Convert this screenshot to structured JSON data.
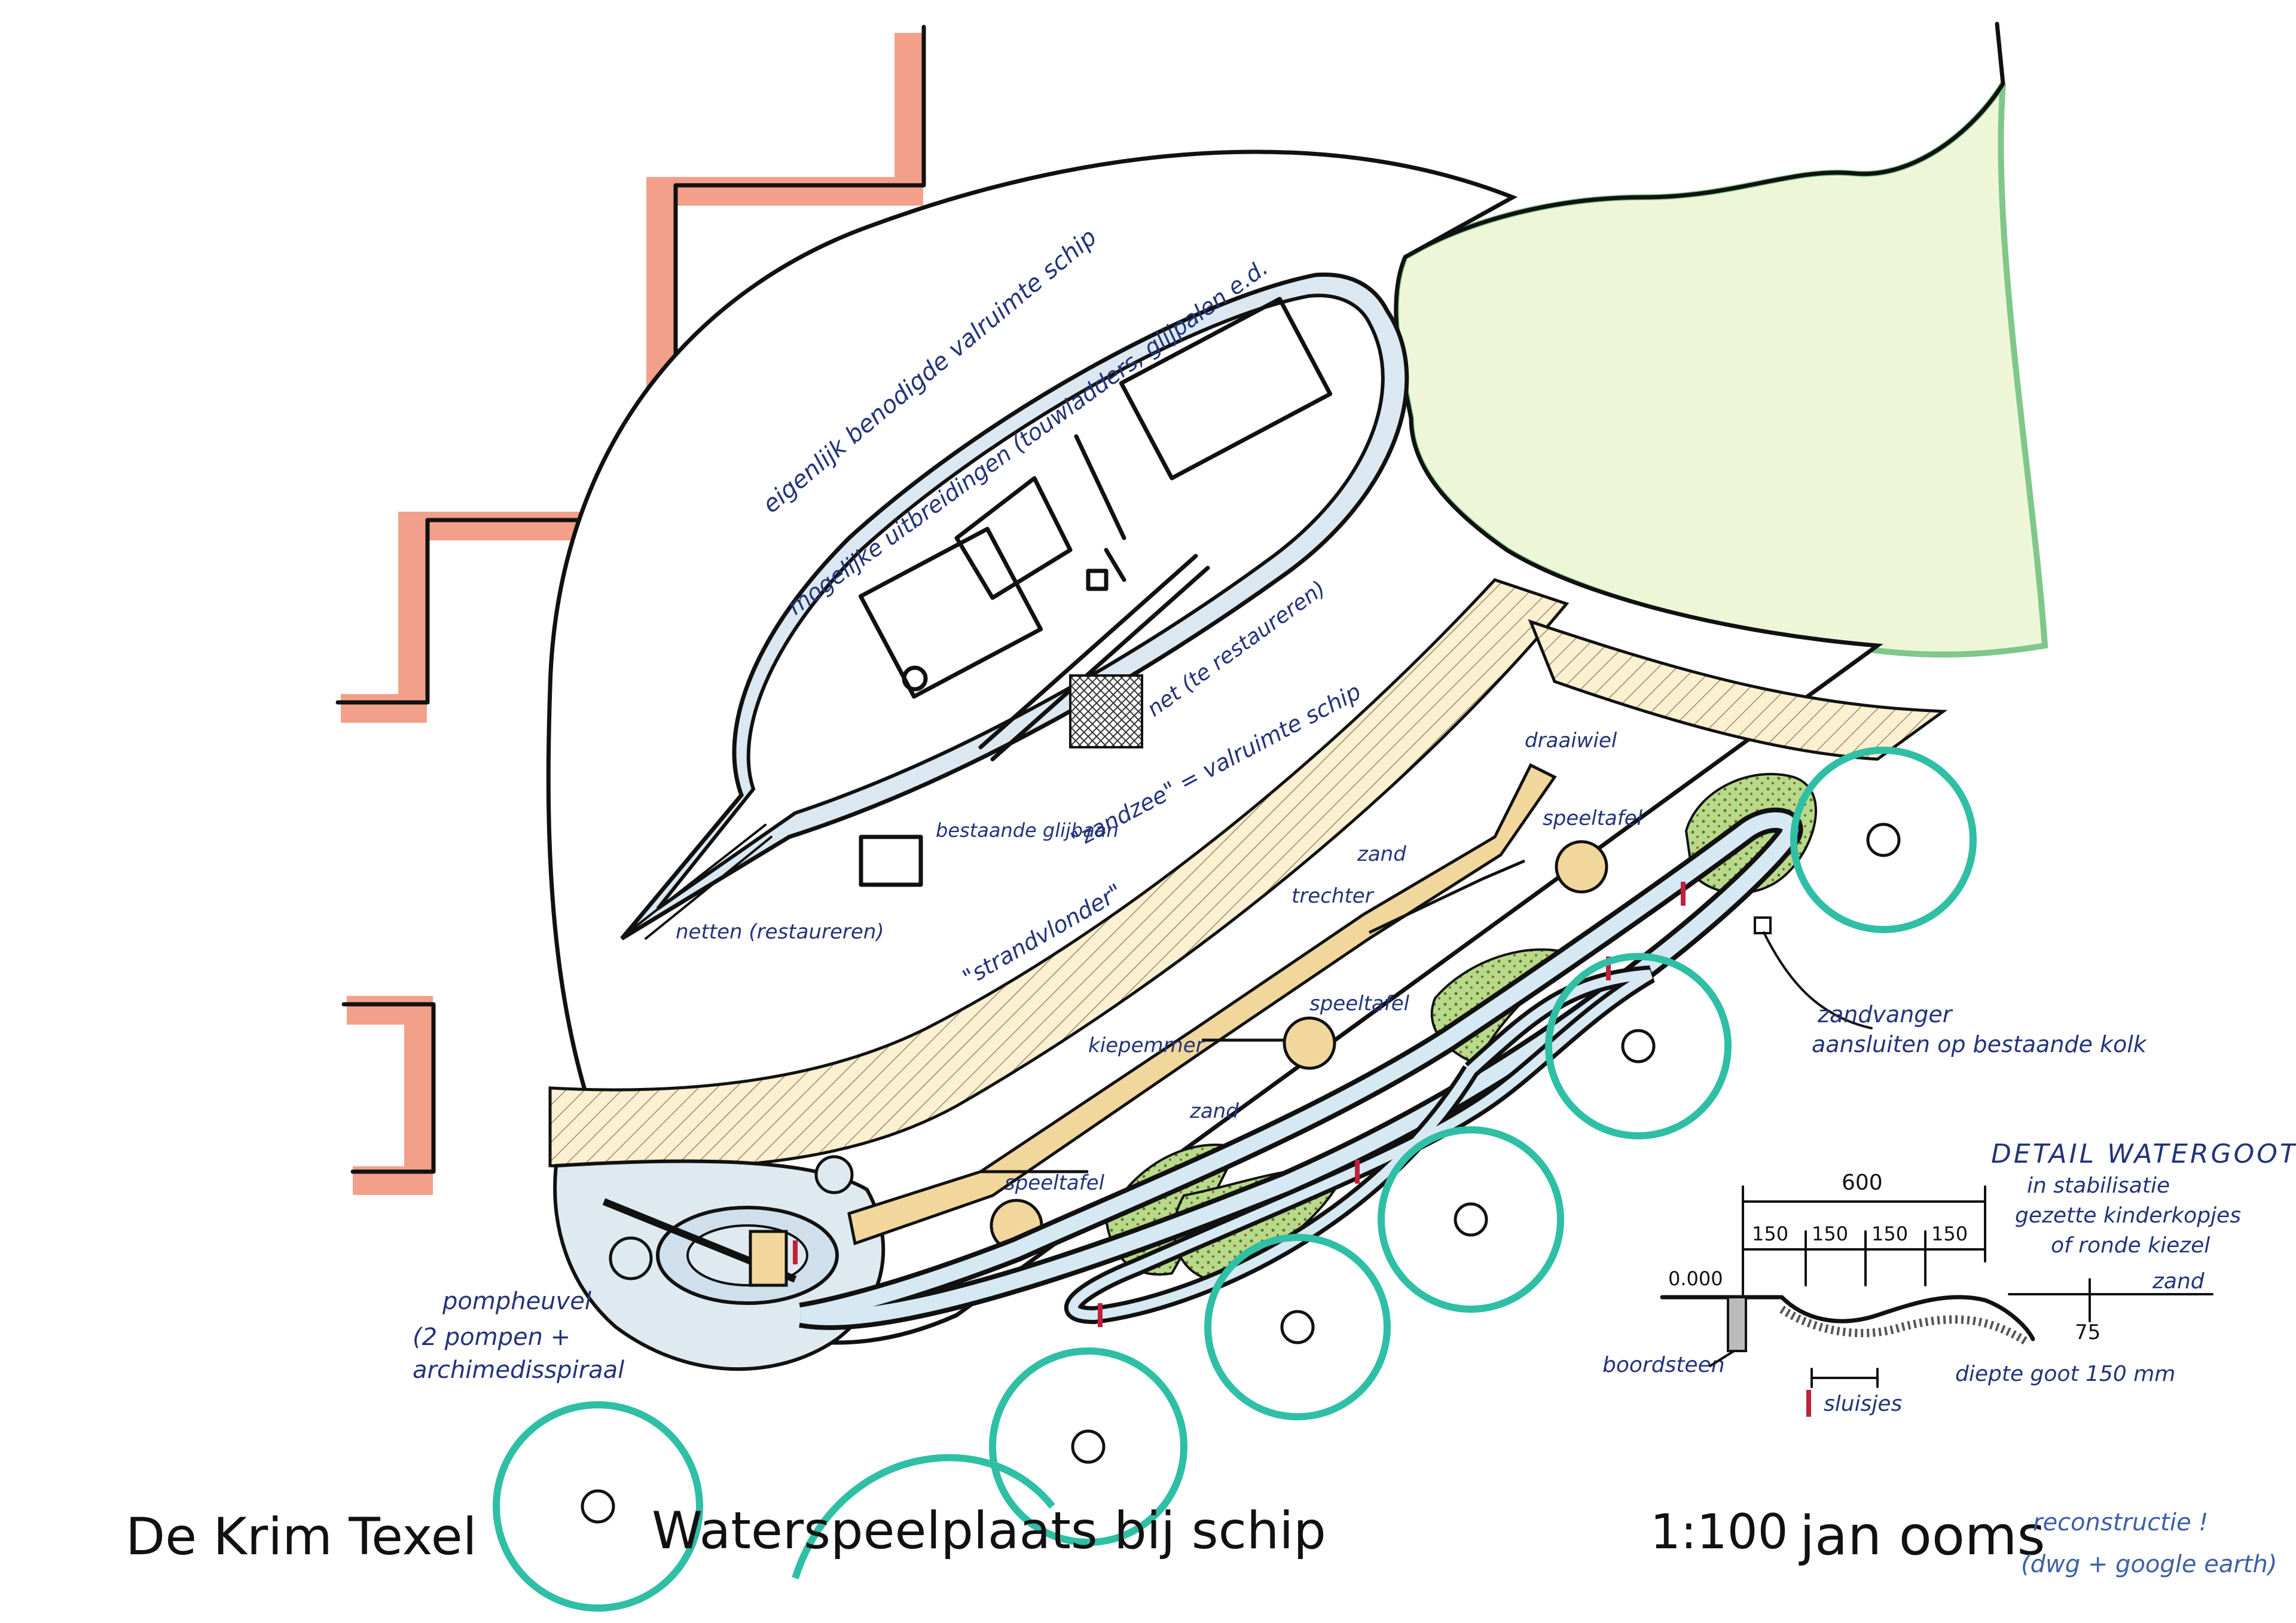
{
  "colors": {
    "wall": "#f3a08a",
    "vegetation": "#b9d98a",
    "tree_ring": "#2fbfa5",
    "water": "#d6e8f2",
    "timber": "#f2d79c",
    "deck": "#fbf0cf",
    "ink": "#111111",
    "label_ink": "#23337a",
    "sluice": "#c0203b"
  },
  "labels": {
    "ship_space_top": "eigenlijk benodigde valruimte schip",
    "possible_extensions": "mogelijke uitbreidingen (touwladders, glijpalen e.d.",
    "net_restore": "net (te restaureren)",
    "zandzee": "\"zandzee\" = valruimte schip",
    "slide": "bestaande glijbaan",
    "nets": "netten (restaureren)",
    "beach_deck": "\"strandvlonder\"",
    "draaiwiel": "draaiwiel",
    "speeltafel_1": "speeltafel",
    "zand_1": "zand",
    "trechter": "trechter",
    "speeltafel_2": "speeltafel",
    "kiepemmer": "kiepemmer",
    "zand_2": "zand",
    "speeltafel_3": "speeltafel",
    "pump_hill_line1": "pompheuvel",
    "pump_hill_line2": "(2 pompen +",
    "pump_hill_line3": "archimedisspiraal",
    "zandvanger_line1": "zandvanger",
    "zandvanger_line2": "aansluiten op bestaande kolk"
  },
  "detail": {
    "title": "DETAIL WATERGOOT",
    "desc_line1": "in stabilisatie",
    "desc_line2": "gezette kinderkopjes",
    "desc_line3": "of ronde kiezel",
    "total_width": "600",
    "segments": [
      "150",
      "150",
      "150",
      "150"
    ],
    "level": "0.000",
    "sand": "zand",
    "kerb": "boordsteen",
    "depth_mark": "75",
    "depth_text": "diepte goot 150 mm",
    "sluices": "sluisjes"
  },
  "title_block": {
    "left": "De Krim Texel",
    "center": "Waterspeelplaats bij schip",
    "scale": "1:100",
    "author": "jan ooms",
    "note_line1": "reconstructie !",
    "note_line2": "(dwg + google earth)"
  }
}
